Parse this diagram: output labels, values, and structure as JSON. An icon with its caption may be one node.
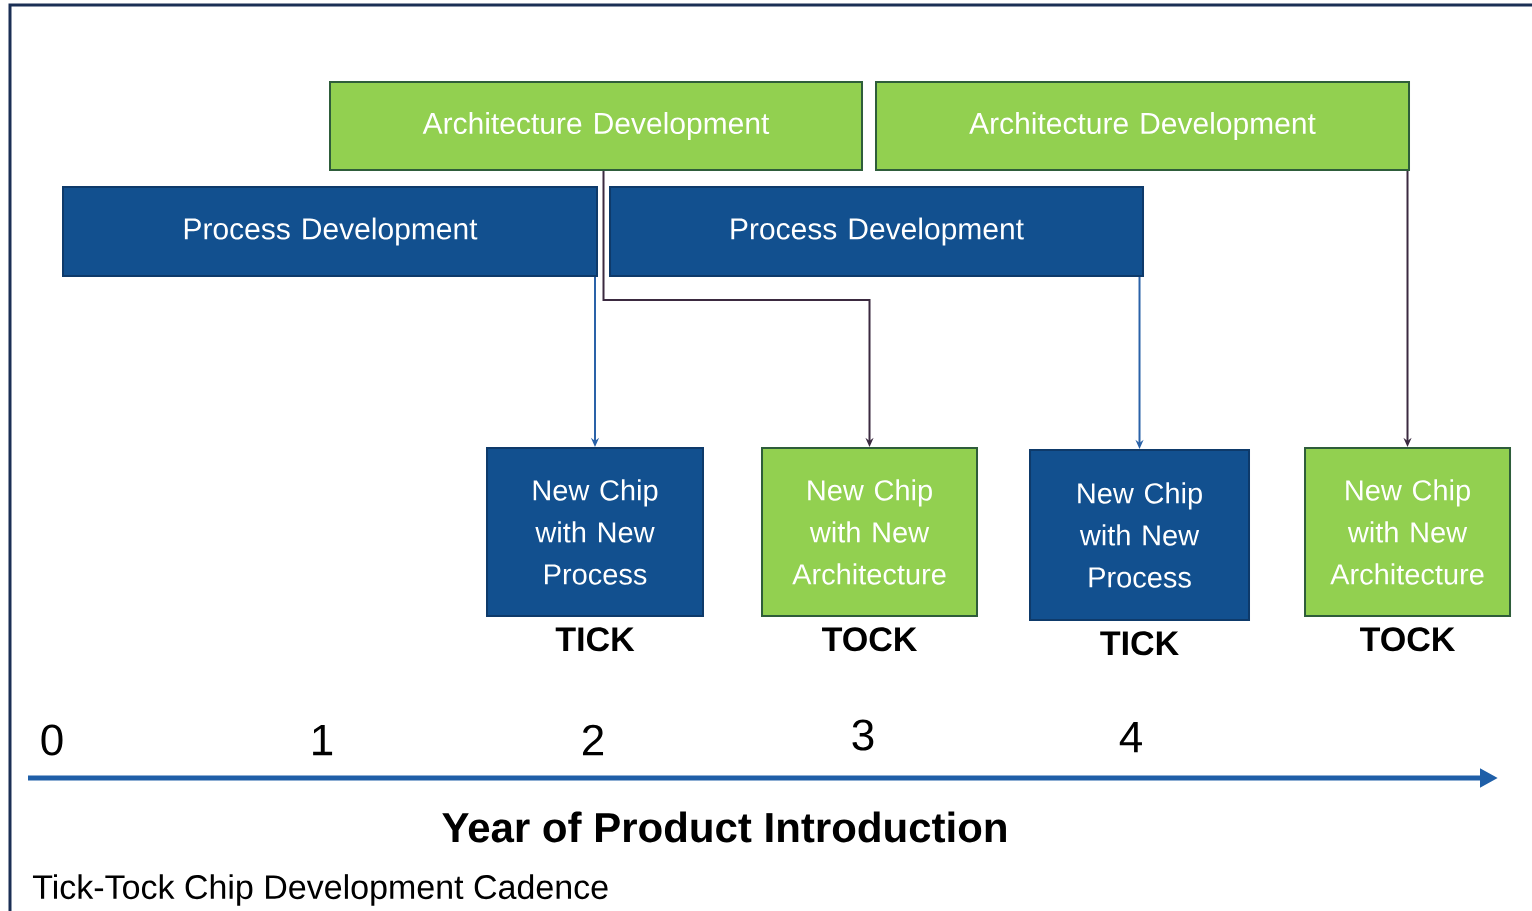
{
  "diagram": {
    "caption": "Tick-Tock Chip Development Cadence",
    "nodes": [
      {
        "text": [
          "Architecture Development"
        ]
      },
      {
        "text": [
          "Architecture Development"
        ]
      },
      {
        "text": [
          "Process Development"
        ]
      },
      {
        "text": [
          "Process Development"
        ]
      },
      {
        "text": [
          "New Chip with New Process"
        ],
        "beside": [
          "TICK"
        ]
      },
      {
        "text": [
          "New Chip with New Architecture"
        ],
        "beside": [
          "TOCK"
        ]
      },
      {
        "text": [
          "New Chip with New Process"
        ],
        "beside": [
          "TICK"
        ]
      },
      {
        "text": [
          "New Chip with New Architecture"
        ],
        "beside": [
          "TOCK"
        ]
      }
    ],
    "edges": [
      {
        "from": 2,
        "to": 4,
        "arrow": "to"
      },
      {
        "from": 0,
        "to": 5,
        "arrow": "to",
        "color": "#3b2a40"
      },
      {
        "from": 3,
        "to": 6,
        "arrow": "to"
      },
      {
        "from": 1,
        "to": 7,
        "arrow": "to",
        "color": "#3b2a40"
      }
    ],
    "labels": [
      "0",
      "1",
      "2",
      "3",
      "4",
      "Year of Product Introduction"
    ]
  }
}
